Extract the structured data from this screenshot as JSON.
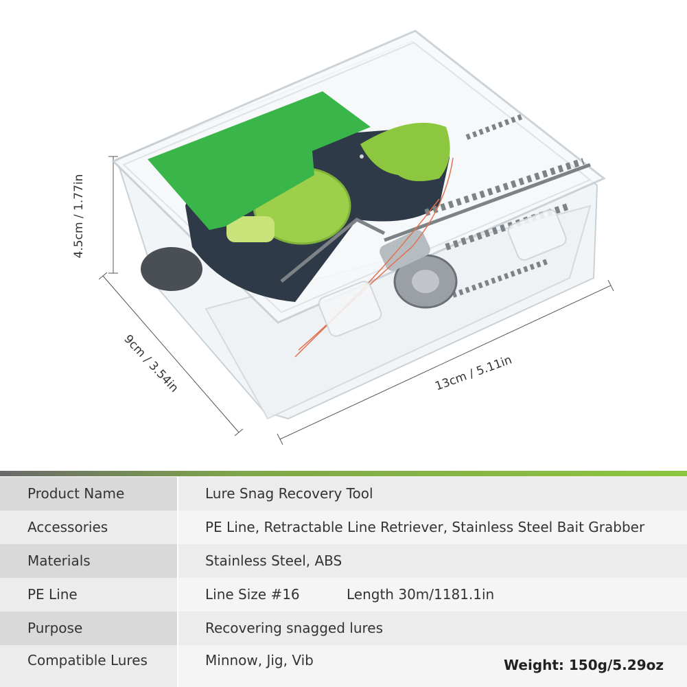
{
  "dimensions": {
    "height": "4.5cm / 1.77in",
    "depth": "9cm / 3.54in",
    "width": "13cm / 5.11in"
  },
  "colors": {
    "accent_green": "#39b54a",
    "lime_green": "#8dc63f",
    "tool_body": "#2f3a48",
    "row_dark": "#d9d9d9",
    "row_light": "#ececec"
  },
  "specs": {
    "product_name": {
      "label": "Product Name",
      "value": "Lure Snag Recovery Tool"
    },
    "accessories": {
      "label": "Accessories",
      "value": "PE Line, Retractable Line Retriever, Stainless Steel Bait Grabber"
    },
    "materials": {
      "label": "Materials",
      "value": "Stainless Steel, ABS"
    },
    "pe_line": {
      "label": "PE Line",
      "value": "Line Size #16",
      "value2": "Length 30m/1181.1in"
    },
    "purpose": {
      "label": "Purpose",
      "value": "Recovering snagged lures"
    },
    "compatible": {
      "label": "Compatible Lures",
      "value": "Minnow, Jig, Vib"
    }
  },
  "weight": "Weight: 150g/5.29oz"
}
